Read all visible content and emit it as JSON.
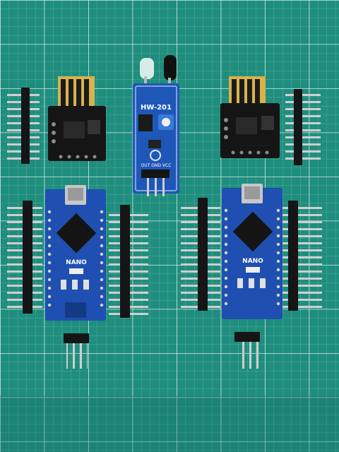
{
  "photo": {
    "subject": "electronic-modules-on-cutting-mat",
    "colors": {
      "mat": "#1f8e7e",
      "mat_dark": "#177467",
      "grid_line": "#e6f2ee",
      "pcb_black": "#151515",
      "pcb_blue": "#1f4fb0",
      "pin_header": "#1a1a1a",
      "pin_metal": "#c9c9c9",
      "usb_gold": "#d9b24a"
    }
  },
  "labels": {
    "ir_module_name": "HW-201",
    "ir_pin_labels": "OUT GND VCC",
    "nano_left": "NANO",
    "nano_right": "NANO"
  }
}
